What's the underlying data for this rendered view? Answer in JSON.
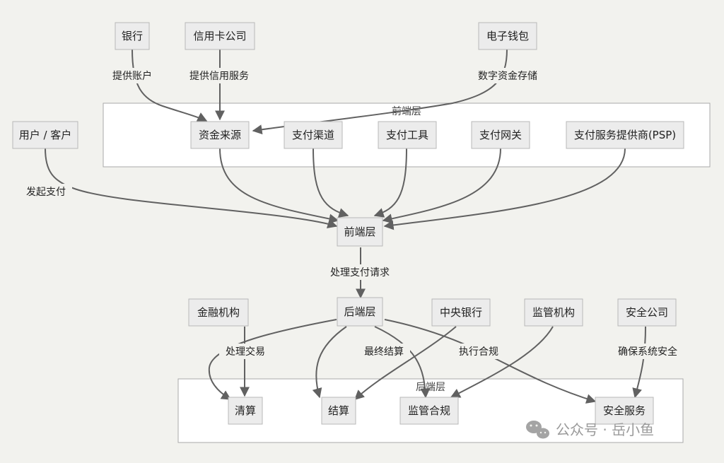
{
  "groups": {
    "frontend": "前端层",
    "backend": "后端层"
  },
  "nodes": {
    "bank": "银行",
    "credit_card_company": "信用卡公司",
    "e_wallet": "电子钱包",
    "user_customer": "用户 / 客户",
    "funding_source": "资金来源",
    "payment_channel": "支付渠道",
    "payment_tool": "支付工具",
    "payment_gateway": "支付网关",
    "psp": "支付服务提供商(PSP)",
    "frontend_layer": "前端层",
    "backend_layer": "后端层",
    "financial_institution": "金融机构",
    "central_bank": "中央银行",
    "regulator": "监管机构",
    "security_company": "安全公司",
    "clearing": "清算",
    "settlement": "结算",
    "compliance": "监管合规",
    "security_service": "安全服务"
  },
  "edge_labels": {
    "provide_account": "提供账户",
    "provide_credit": "提供信用服务",
    "digital_storage": "数字资金存储",
    "initiate_payment": "发起支付",
    "process_payment_request": "处理支付请求",
    "process_transaction": "处理交易",
    "final_settlement": "最终结算",
    "enforce_compliance": "执行合规",
    "ensure_security": "确保系统安全"
  },
  "watermark": {
    "text": "公众号 · 岳小鱼",
    "icon": "wechat-icon"
  },
  "colors": {
    "background": "#f2f2ee",
    "node_fill": "#ececec",
    "node_border": "#b8b8b8",
    "edge": "#616161",
    "group_fill": "#ffffff"
  }
}
